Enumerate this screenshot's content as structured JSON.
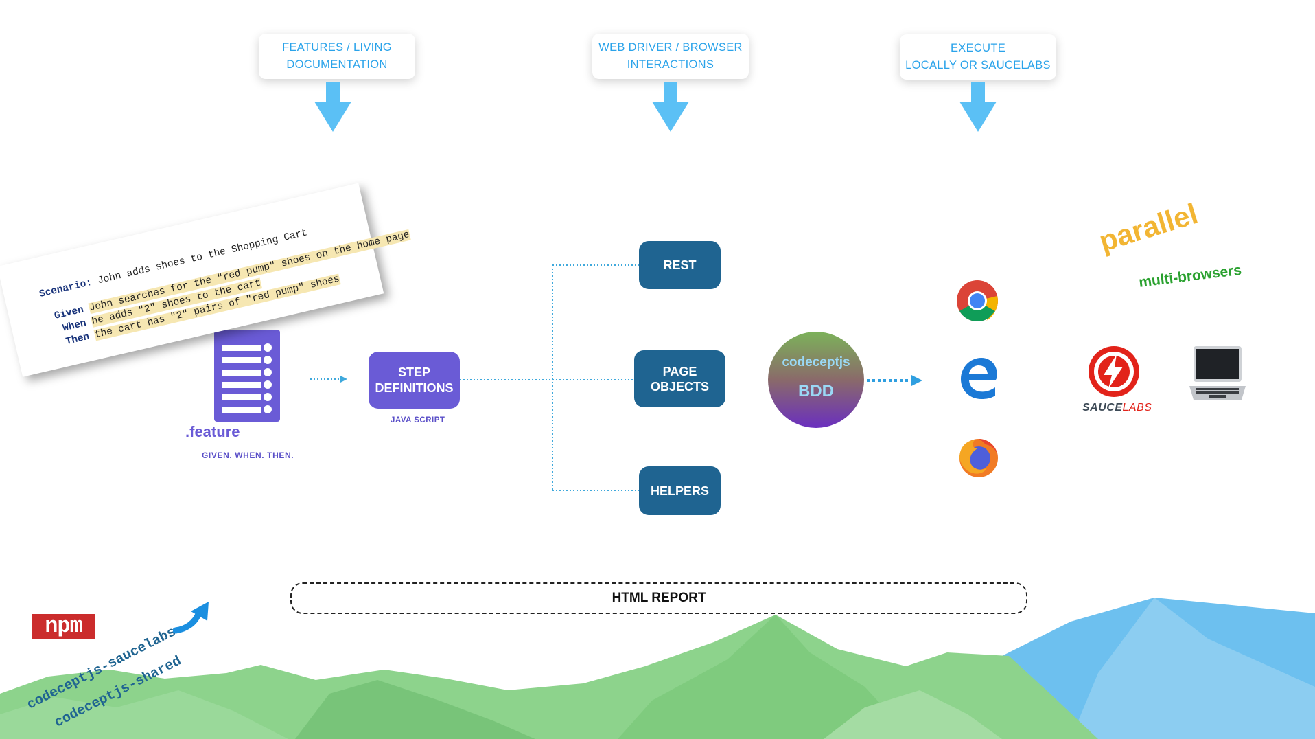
{
  "top_boxes": [
    {
      "line1": "FEATURES / LIVING",
      "line2": "DOCUMENTATION"
    },
    {
      "line1": "WEB DRIVER / BROWSER",
      "line2": "INTERACTIONS"
    },
    {
      "line1": "EXECUTE",
      "line2": "LOCALLY OR SAUCELABS"
    }
  ],
  "code": {
    "scenario_kw": "Scenario:",
    "scenario_text": " John adds shoes to the Shopping Cart",
    "given_kw": "Given",
    "given_text": "John searches for the \"red pump\" shoes on the home page",
    "when_kw": "When",
    "when_text": "he adds \"2\" shoes to the cart",
    "then_kw": "Then",
    "then_text": "the cart has \"2\" pairs of \"red pump\" shoes"
  },
  "feature": {
    "label": ".feature",
    "sub": "GIVEN. WHEN. THEN."
  },
  "step": {
    "line1": "STEP",
    "line2": "DEFINITIONS",
    "sub": "JAVA SCRIPT"
  },
  "nodes": {
    "rest": "REST",
    "page1": "PAGE",
    "page2": "OBJECTS",
    "helpers": "HELPERS"
  },
  "bdd": {
    "top": "codeceptjs",
    "bottom": "BDD"
  },
  "right": {
    "parallel": "parallel",
    "multi": "multi-browsers",
    "sauce_a": "SAUCE",
    "sauce_b": "LABS"
  },
  "report": "HTML REPORT",
  "npm": {
    "logo": "npm",
    "pkg1": "codeceptjs-saucelabs",
    "pkg2": "codeceptjs-shared"
  },
  "colors": {
    "accent_blue": "#2aa3ea",
    "node": "#1f6491",
    "step": "#6a5bd6",
    "arrow": "#5bc0f5",
    "green": "#2aa12f",
    "orange": "#f2b533"
  }
}
